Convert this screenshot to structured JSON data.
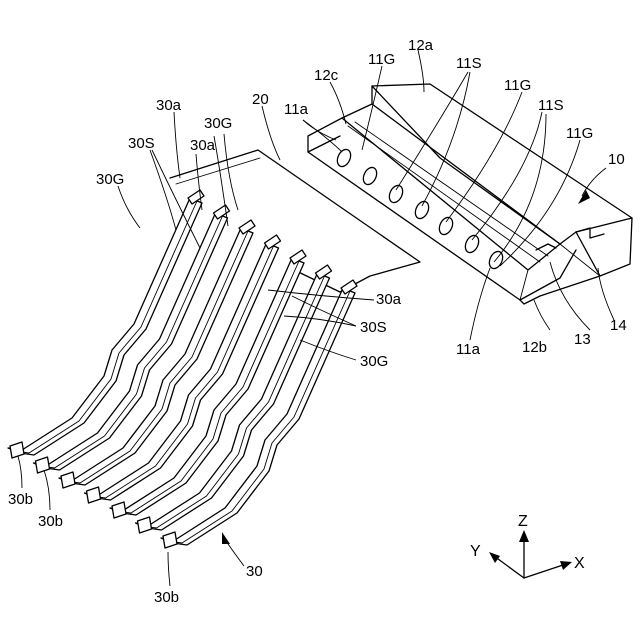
{
  "labels": {
    "connector": "10",
    "terminal_11g": "11G",
    "terminal_11s": "11S",
    "terminal_11a": "11a",
    "face_12a": "12a",
    "face_12b": "12b",
    "face_12c": "12c",
    "part_13": "13",
    "part_14": "14",
    "sheet": "20",
    "leadframe": "30",
    "lead_30g": "30G",
    "lead_30s": "30S",
    "lead_30a": "30a",
    "lead_30b": "30b"
  },
  "axes": {
    "x": "X",
    "y": "Y",
    "z": "Z"
  }
}
